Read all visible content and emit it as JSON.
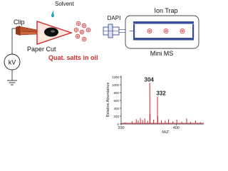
{
  "labels": {
    "clip": "Clip",
    "solvent": "Solvent",
    "kv": "kV",
    "paper_cut": "Paper Cut",
    "quat_salts": "Quat. salts in oil",
    "dapi": "DAPI",
    "ion_trap": "Ion Trap",
    "mini_ms": "Mini MS"
  },
  "colors": {
    "accent": "#d12a2a",
    "trap_blue": "#3a4f9a",
    "droplet": "#1aa6c9",
    "spectrum": "#d12a2a"
  },
  "chart_data": {
    "type": "bar",
    "title": "",
    "xlabel": "M/Z",
    "ylabel": "Relative Abundance",
    "xlim": [
      200,
      500
    ],
    "ylim": [
      0,
      1200
    ],
    "x_ticks": [
      "200",
      "400"
    ],
    "y_ticks": [
      "0",
      "200",
      "400",
      "600",
      "800",
      "1000",
      "1200"
    ],
    "peak_labels": [
      {
        "x": 304,
        "text": "304"
      },
      {
        "x": 332,
        "text": "332"
      }
    ],
    "peaks": [
      {
        "x": 215,
        "y": 40
      },
      {
        "x": 240,
        "y": 70
      },
      {
        "x": 255,
        "y": 120
      },
      {
        "x": 262,
        "y": 90
      },
      {
        "x": 270,
        "y": 150
      },
      {
        "x": 278,
        "y": 100
      },
      {
        "x": 286,
        "y": 140
      },
      {
        "x": 296,
        "y": 80
      },
      {
        "x": 304,
        "y": 1050
      },
      {
        "x": 305,
        "y": 260
      },
      {
        "x": 318,
        "y": 110
      },
      {
        "x": 332,
        "y": 700
      },
      {
        "x": 333,
        "y": 200
      },
      {
        "x": 346,
        "y": 95
      },
      {
        "x": 360,
        "y": 80
      },
      {
        "x": 372,
        "y": 120
      },
      {
        "x": 388,
        "y": 70
      },
      {
        "x": 402,
        "y": 110
      },
      {
        "x": 420,
        "y": 60
      },
      {
        "x": 438,
        "y": 140
      },
      {
        "x": 452,
        "y": 55
      },
      {
        "x": 470,
        "y": 90
      },
      {
        "x": 488,
        "y": 45
      }
    ]
  }
}
